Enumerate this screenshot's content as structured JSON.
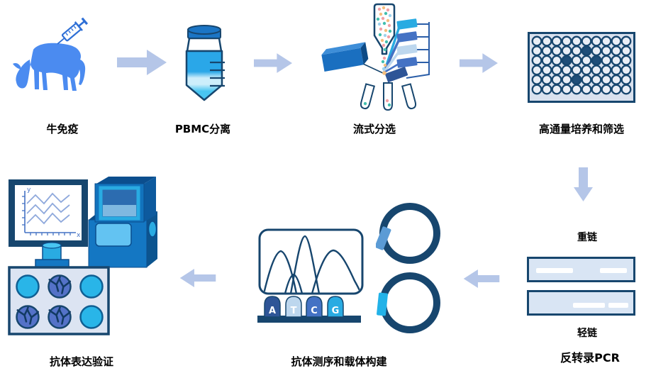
{
  "steps": {
    "cow": {
      "label": "牛免疫"
    },
    "pbmc": {
      "label": "PBMC分离"
    },
    "flow": {
      "label": "流式分选"
    },
    "plate": {
      "label": "高通量培养和筛选"
    },
    "rtpcr": {
      "label": "反转录PCR",
      "heavy_chain": "重链",
      "light_chain": "轻链"
    },
    "seq": {
      "label": "抗体测序和载体构建",
      "bases": {
        "a": "A",
        "t": "T",
        "c": "C",
        "g": "G"
      }
    },
    "expr": {
      "label": "抗体表达验证",
      "chart_axes": {
        "x": "x",
        "y": "y"
      }
    }
  },
  "colors": {
    "arrow": "#b5c6e8",
    "navy": "#17466e",
    "dark_blue": "#2e5597",
    "slate_blue": "#4472c4",
    "medium_blue": "#1b75c5",
    "cyan": "#29abe2",
    "pale_blue": "#bdd7ee",
    "cow_blue": "#4b8bf0",
    "panel_fill": "#d9e1ee",
    "base_a": "#2e5597",
    "base_t": "#bdd7ee",
    "base_c": "#4472c4",
    "base_g": "#29abe2",
    "plasmid_insert_top": "#5b9bd5",
    "plasmid_insert_bottom": "#22b2e8"
  },
  "well_plate": {
    "rows": 6,
    "cols": 10,
    "filled_wells_row_col": [
      [
        2,
        6
      ],
      [
        3,
        4
      ],
      [
        3,
        7
      ],
      [
        5,
        5
      ]
    ]
  },
  "six_well_plate": {
    "rows": 2,
    "cols": 3,
    "antibody_wells_row_col": [
      [
        1,
        2
      ],
      [
        2,
        1
      ],
      [
        2,
        2
      ]
    ]
  }
}
